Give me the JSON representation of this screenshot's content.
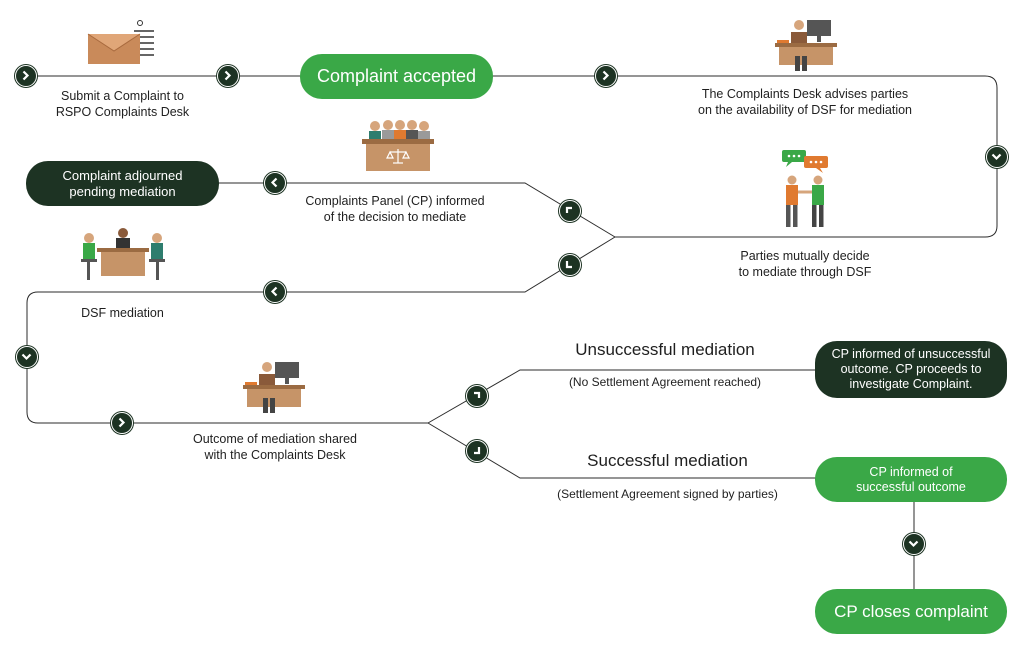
{
  "steps": {
    "submit": "Submit a Complaint to\nRSPO Complaints Desk",
    "accepted": "Complaint accepted",
    "advises": "The Complaints Desk advises parties\non the availability of DSF for mediation",
    "mutually": "Parties mutually decide\nto mediate through DSF",
    "cp_informed": "Complaints Panel (CP) informed\nof the decision to mediate",
    "adjourned": "Complaint adjourned\npending mediation",
    "dsf": "DSF mediation",
    "outcome": "Outcome of mediation shared\nwith the Complaints Desk",
    "unsuccessful_title": "Unsuccessful mediation",
    "unsuccessful_sub": "(No Settlement Agreement reached)",
    "unsuccessful_result": "CP informed of unsuccessful\noutcome. CP proceeds to\ninvestigate Complaint.",
    "successful_title": "Successful  mediation",
    "successful_sub": "(Settlement Agreement signed by parties)",
    "successful_result": "CP informed of\nsuccessful outcome",
    "closes": "CP closes complaint"
  },
  "colors": {
    "green": "#3aa847",
    "dark": "#1d3323",
    "line": "#2b2b2b"
  },
  "icons": [
    "envelope-icon",
    "desk-worker-icon",
    "panel-icon",
    "chat-people-icon",
    "meeting-icon",
    "desk-worker-icon"
  ]
}
